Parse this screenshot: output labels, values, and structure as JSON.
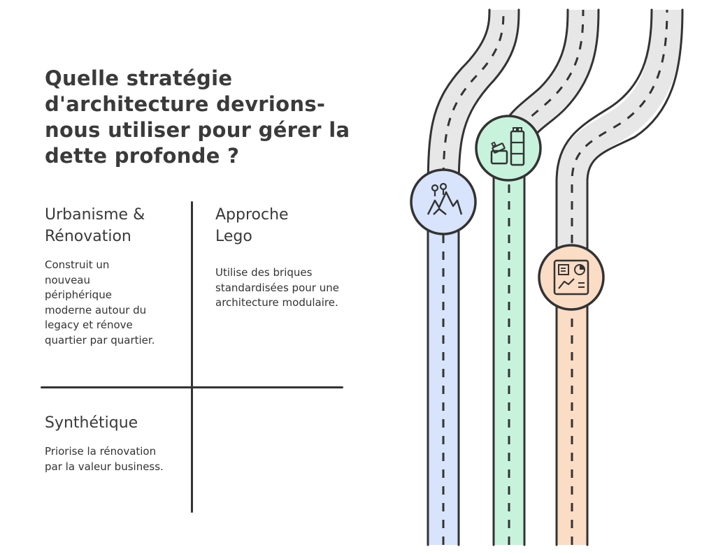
{
  "title": "Quelle stratégie d'architecture devrions-nous utiliser pour gérer la dette profonde ?",
  "options": [
    {
      "title": "Urbanisme & Rénovation",
      "description": "Construit un nouveau périphérique moderne autour du legacy et rénove quartier par quartier.",
      "color": "#d7e4fb",
      "icon": "landscape-icon"
    },
    {
      "title": "Approche Lego",
      "description": "Utilise des briques standardisées pour une architecture modulaire.",
      "color": "#c7f3dd",
      "icon": "lego-bricks-icon"
    },
    {
      "title": "Synthétique",
      "description": "Priorise la rénovation par la valeur business.",
      "color": "#fbdcc4",
      "icon": "dashboard-icon"
    }
  ]
}
